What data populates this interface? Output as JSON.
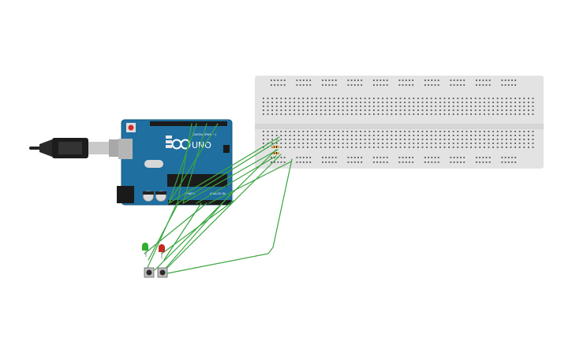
{
  "board": {
    "logo_text": "UNO",
    "header_digital": "DIGITAL (PWM ~)",
    "header_power": "POWER",
    "header_analog": "ANALOG IN",
    "color": "#1f6fa0"
  },
  "breadboard": {
    "color": "#e3e3e3"
  },
  "wire_color": "#3aa540",
  "led_green_color": "#2fae2f",
  "led_red_color": "#c62a22",
  "icons": [
    "usb-cable-icon",
    "led-icon",
    "pushbutton-icon",
    "resistor-icon"
  ]
}
